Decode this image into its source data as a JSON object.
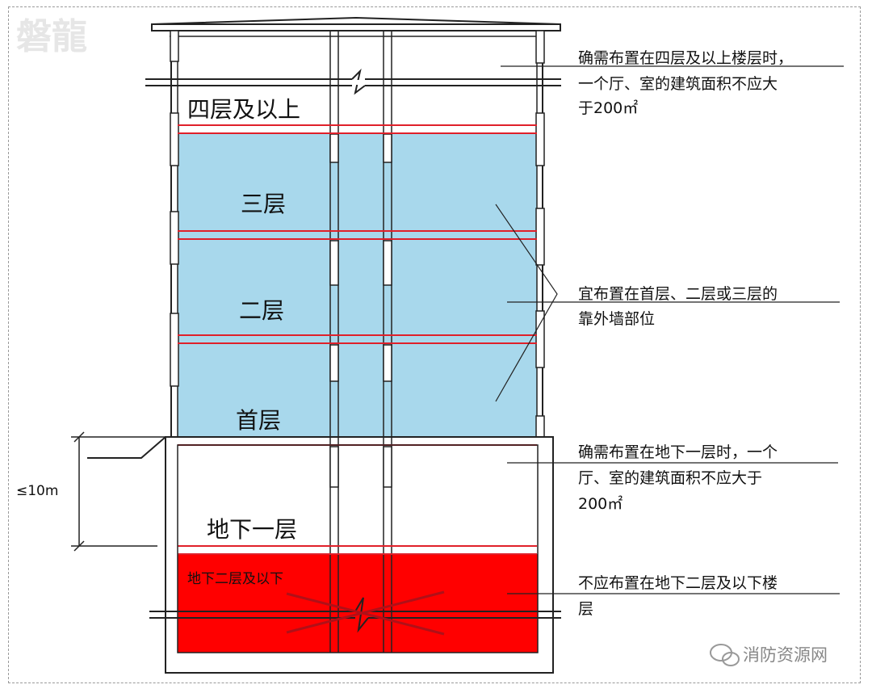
{
  "watermark": {
    "text": "磐龍"
  },
  "floors": {
    "f4": "四层及以上",
    "f3": "三层",
    "f2": "二层",
    "f1": "首层",
    "b1": "地下一层",
    "b2": "地下二层及以下"
  },
  "notes": {
    "top": [
      "确需布置在四层及以上楼层时，",
      "一个厅、室的建筑面积不应大",
      "于200㎡"
    ],
    "middle": [
      "宜布置在首层、二层或三层的",
      "靠外墙部位"
    ],
    "b1": [
      "确需布置在地下一层时，一个",
      "厅、室的建筑面积不应大于",
      "200㎡"
    ],
    "b2": [
      "不应布置在地下二层及以下楼",
      "层"
    ]
  },
  "dimension": {
    "label": "≤10m"
  },
  "brand": {
    "text": "消防资源网"
  },
  "colors": {
    "preferred_fill": "#a8d8ec",
    "prohibited_fill": "#ff0000",
    "slab_line": "#e0202a",
    "outline": "#222222"
  }
}
